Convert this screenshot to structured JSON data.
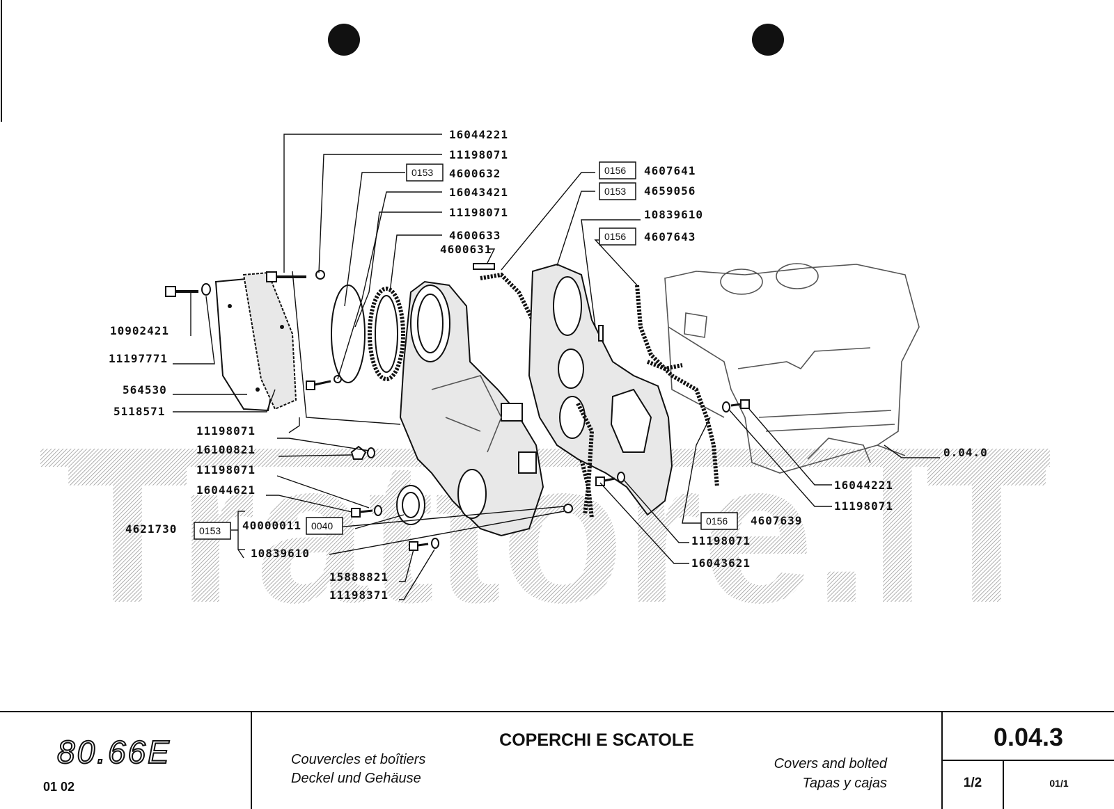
{
  "watermark": "Trattore.IT",
  "part_labels": {
    "p16044221_top": "16044221",
    "p11198071_a": "11198071",
    "p4600632": "4600632",
    "p16043421": "16043421",
    "p11198071_b": "11198071",
    "p4600633": "4600633",
    "p4600631": "4600631",
    "p4607641": "4607641",
    "p4659056": "4659056",
    "p10839610_top": "10839610",
    "p4607643": "4607643",
    "p10902421": "10902421",
    "p11197771": "11197771",
    "p564530": "564530",
    "p5118571": "5118571",
    "p11198071_c": "11198071",
    "p16100821": "16100821",
    "p11198071_d": "11198071",
    "p16044621": "16044621",
    "p4621730": "4621730",
    "p40000011": "40000011",
    "p10839610_bot": "10839610",
    "p15888821": "15888821",
    "p11198371": "11198371",
    "p0040": "0.04.0",
    "p16044221_right": "16044221",
    "p11198071_right": "11198071",
    "p4607639": "4607639",
    "p11198071_e": "11198071",
    "p16043621": "16043621"
  },
  "box_codes": {
    "b0153_top": "0153",
    "b0156_a": "0156",
    "b0153_b": "0153",
    "b0156_b": "0156",
    "b0153_left": "0153",
    "b0040": "0040",
    "b0156_c": "0156"
  },
  "title_block": {
    "model": "80.66E",
    "model_sub": "01   02",
    "title": "COPERCHI E SCATOLE",
    "fr": "Couvercles et boîtiers",
    "de": "Deckel und Gehäuse",
    "en": "Covers and bolted",
    "es": "Tapas y cajas",
    "ref": "0.04.3",
    "page": "1/2",
    "rev": "01/1"
  }
}
